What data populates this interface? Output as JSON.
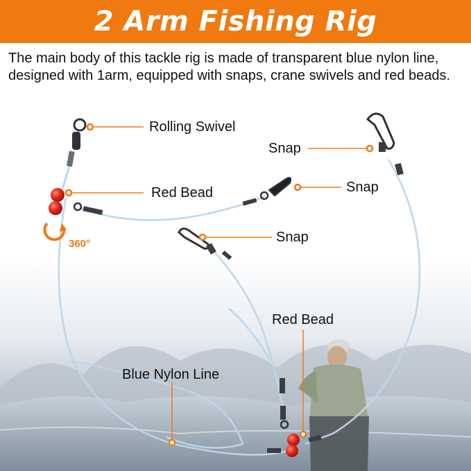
{
  "title": "2 Arm Fishing Rig",
  "description": "The main body of this tackle rig is made of transparent blue nylon line, designed with 1arm, equipped with snaps, crane swivels and red beads.",
  "labels": {
    "rolling_swivel": "Rolling Swivel",
    "red_bead_top": "Red Bead",
    "snap_top_right": "Snap",
    "snap_middle_right": "Snap",
    "snap_center": "Snap",
    "red_bead_bottom": "Red Bead",
    "blue_nylon_line": "Blue Nylon Line"
  },
  "rotation_badge": "360°",
  "colors": {
    "accent": "#f07a10",
    "bead": "#e5281c",
    "line": "#bcd7ea",
    "metal": "#2f3238"
  }
}
